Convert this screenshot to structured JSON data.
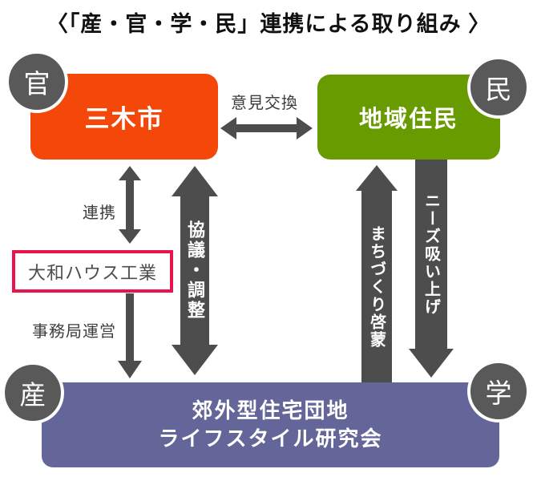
{
  "title": "〈「産・官・学・民」連携による取り組み 〉",
  "nodes": {
    "miki_city": {
      "label": "三木市",
      "badge": "官",
      "color": "#f4470a"
    },
    "residents": {
      "label": "地域住民",
      "badge": "民",
      "color": "#689b00"
    },
    "daiwa": {
      "label": "大和ハウス工業",
      "border_color": "#ea134c"
    },
    "research": {
      "label_line1": "郊外型住宅団地",
      "label_line2": "ライフスタイル研究会",
      "badge_left": "産",
      "badge_right": "学",
      "color": "#646699"
    }
  },
  "arrows": {
    "opinion_exchange": {
      "label": "意見交換",
      "direction": "horizontal-double",
      "between": [
        "三木市",
        "地域住民"
      ]
    },
    "renkei": {
      "label": "連携",
      "direction": "vertical-double",
      "between": [
        "三木市",
        "大和ハウス工業"
      ]
    },
    "jimukyoku": {
      "label": "事務局運営",
      "direction": "down",
      "between": [
        "大和ハウス工業",
        "郊外型住宅団地ライフスタイル研究会"
      ]
    },
    "kyogi": {
      "label": "協議・調整",
      "direction": "vertical-double",
      "between": [
        "三木市",
        "郊外型住宅団地ライフスタイル研究会"
      ]
    },
    "machizukuri": {
      "label": "まちづくり啓蒙",
      "direction": "up",
      "between": [
        "郊外型住宅団地ライフスタイル研究会",
        "地域住民"
      ]
    },
    "needs": {
      "label": "ニーズ吸い上げ",
      "direction": "down",
      "between": [
        "地域住民",
        "郊外型住宅団地ライフスタイル研究会"
      ]
    }
  },
  "colors": {
    "arrow_gray": "#4d4d4d",
    "badge_gray": "#595959",
    "orange": "#f4470a",
    "green": "#689b00",
    "purple": "#646699",
    "crimson": "#ea134c",
    "label_text": "#3d3d3d"
  }
}
